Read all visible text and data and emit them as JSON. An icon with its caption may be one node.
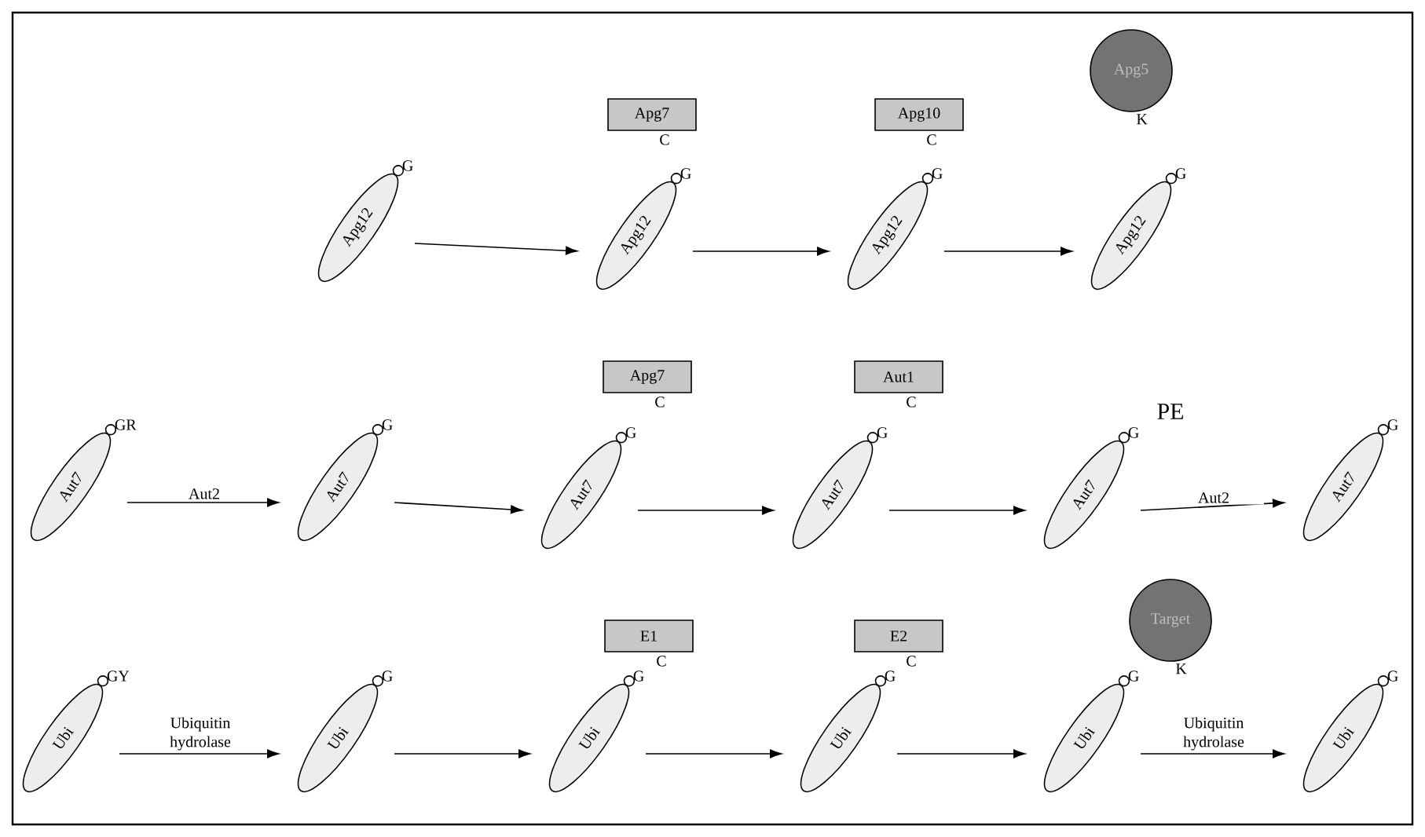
{
  "diagram": {
    "nodes": [
      {
        "text": [
          "Apg12"
        ],
        "beside": [
          "G"
        ]
      },
      {
        "text": [
          "Apg7"
        ],
        "beside": [
          "C"
        ]
      },
      {
        "text": [
          "Apg12"
        ],
        "beside": [
          "G"
        ]
      },
      {
        "text": [
          "Apg10"
        ],
        "beside": [
          "C"
        ]
      },
      {
        "text": [
          "Apg12"
        ],
        "beside": [
          "G"
        ]
      },
      {
        "text": [
          "Apg5"
        ],
        "beside": [
          "K"
        ]
      },
      {
        "text": [
          "Apg12"
        ],
        "beside": [
          "G"
        ]
      },
      {
        "text": [
          "Aut7"
        ],
        "beside": [
          "GR"
        ]
      },
      {
        "text": [
          "Aut7"
        ],
        "beside": [
          "G"
        ]
      },
      {
        "text": [
          "Apg7"
        ],
        "beside": [
          "C"
        ]
      },
      {
        "text": [
          "Aut7"
        ],
        "beside": [
          "G"
        ]
      },
      {
        "text": [
          "Aut1"
        ],
        "beside": [
          "C"
        ]
      },
      {
        "text": [
          "Aut7"
        ],
        "beside": [
          "G"
        ]
      },
      {
        "text": [
          "Aut7"
        ],
        "beside": [
          "G"
        ]
      },
      {
        "text": [
          "Aut7"
        ],
        "beside": [
          "G"
        ]
      },
      {
        "text": [
          "Ubi"
        ],
        "beside": [
          "GY"
        ]
      },
      {
        "text": [
          "Ubi"
        ],
        "beside": [
          "G"
        ]
      },
      {
        "text": [
          "E1"
        ],
        "beside": [
          "C"
        ]
      },
      {
        "text": [
          "Ubi"
        ],
        "beside": [
          "G"
        ]
      },
      {
        "text": [
          "E2"
        ],
        "beside": [
          "C"
        ]
      },
      {
        "text": [
          "Ubi"
        ],
        "beside": [
          "G"
        ]
      },
      {
        "text": [
          "Target"
        ],
        "beside": [
          "K"
        ]
      },
      {
        "text": [
          "Ubi"
        ],
        "beside": [
          "G"
        ]
      },
      {
        "text": [
          "Ubi"
        ],
        "beside": [
          "G"
        ]
      }
    ],
    "edges": [
      {
        "from": 0,
        "to": 2,
        "arrow": "to"
      },
      {
        "from": 2,
        "to": 4,
        "arrow": "to"
      },
      {
        "from": 4,
        "to": 6,
        "arrow": "to"
      },
      {
        "from": 7,
        "to": 8,
        "arrow": "to",
        "label": "Aut2"
      },
      {
        "from": 8,
        "to": 10,
        "arrow": "to"
      },
      {
        "from": 10,
        "to": 12,
        "arrow": "to"
      },
      {
        "from": 12,
        "to": 13,
        "arrow": "to"
      },
      {
        "from": 13,
        "to": 14,
        "arrow": "to",
        "label": "Aut2"
      },
      {
        "from": 15,
        "to": 16,
        "arrow": "to",
        "label": "Ubiquitin hydrolase"
      },
      {
        "from": 16,
        "to": 18,
        "arrow": "to"
      },
      {
        "from": 18,
        "to": 20,
        "arrow": "to"
      },
      {
        "from": 20,
        "to": 22,
        "arrow": "to"
      },
      {
        "from": 22,
        "to": 23,
        "arrow": "to",
        "label": "Ubiquitin hydrolase"
      }
    ],
    "labels": [
      "PE"
    ]
  }
}
